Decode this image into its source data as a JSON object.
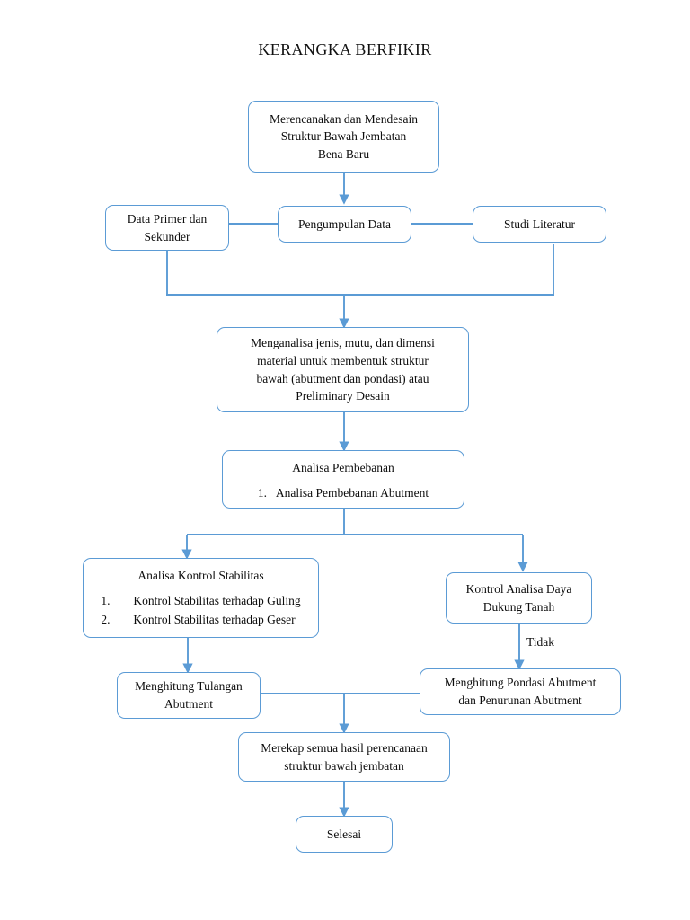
{
  "diagram": {
    "title": "KERANGKA BERFIKIR",
    "colors": {
      "line": "#5B9BD5",
      "box_border": "#5B9BD5",
      "background": "#FFFFFF",
      "text": "#0D0D0D"
    },
    "nodes": {
      "start": {
        "lines": [
          "Merencanakan dan Mendesain",
          "Struktur Bawah Jembatan",
          "Bena Baru"
        ]
      },
      "data_primer": {
        "lines": [
          "Data Primer dan",
          "Sekunder"
        ]
      },
      "pengumpulan": {
        "lines": [
          "Pengumpulan Data"
        ]
      },
      "studi_literatur": {
        "lines": [
          "Studi Literatur"
        ]
      },
      "menganalisa": {
        "lines": [
          "Menganalisa jenis, mutu, dan dimensi",
          "material untuk membentuk struktur",
          "bawah (abutment dan pondasi) atau",
          "Preliminary Desain"
        ]
      },
      "analisa_pembebanan": {
        "header": "Analisa Pembebanan",
        "items": [
          {
            "num": "1.",
            "text": "Analisa Pembebanan Abutment"
          }
        ]
      },
      "analisa_kontrol_stabilitas": {
        "header": "Analisa Kontrol Stabilitas",
        "items": [
          {
            "num": "1.",
            "text": "Kontrol Stabilitas terhadap Guling"
          },
          {
            "num": "2.",
            "text": "Kontrol Stabilitas terhadap Geser"
          }
        ]
      },
      "kontrol_daya_dukung": {
        "lines": [
          "Kontrol Analisa Daya",
          "Dukung Tanah"
        ]
      },
      "menghitung_tulangan": {
        "lines": [
          "Menghitung Tulangan",
          "Abutment"
        ]
      },
      "menghitung_pondasi": {
        "lines": [
          "Menghitung Pondasi Abutment",
          "dan Penurunan Abutment"
        ]
      },
      "merekap": {
        "lines": [
          "Merekap semua hasil perencanaan",
          "struktur bawah jembatan"
        ]
      },
      "selesai": {
        "lines": [
          "Selesai"
        ]
      }
    },
    "edge_labels": {
      "tidak": "Tidak"
    }
  }
}
